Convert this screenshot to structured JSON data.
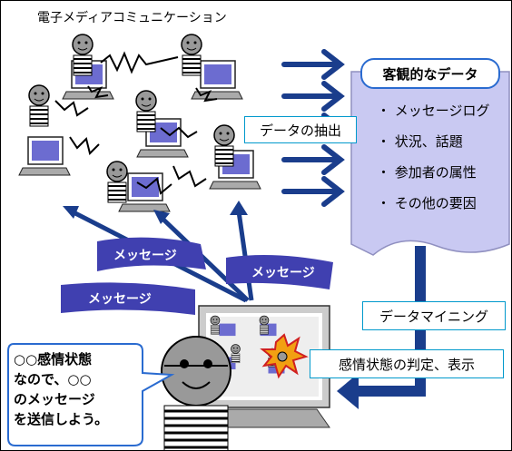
{
  "title": "電子メディアコミュニケーション",
  "objective_title": "客観的なデータ",
  "objective_items": [
    "・ メッセージログ",
    "・ 状況、話題",
    "・ 参加者の属性",
    "・ その他の要因"
  ],
  "extraction_label": "データの抽出",
  "message_label": "メッセージ",
  "mining_label": "データマイニング",
  "emotion_label": "感情状態の判定、表示",
  "bubble_lines": [
    "○○感情状態",
    "なので、○○",
    "のメッセージ",
    "を送信しよう。"
  ],
  "colors": {
    "arrow": "#1a3d8c",
    "doc_fill": "#c9c9f2",
    "flag_fill": "#4040b0",
    "monitor_screen": "#6c6cd0",
    "box_border": "#0099cc"
  }
}
